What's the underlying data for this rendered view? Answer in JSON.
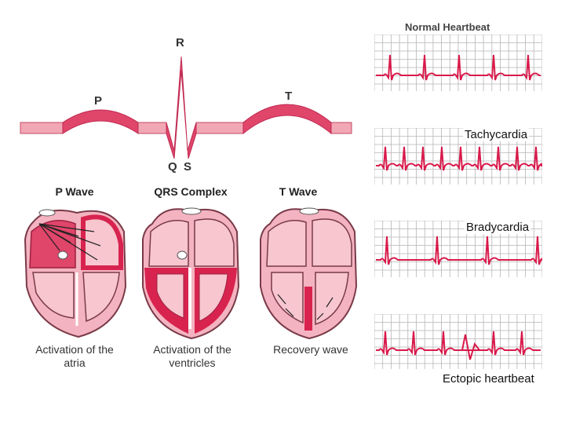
{
  "ecg_wave": {
    "p": "P",
    "q": "Q",
    "r": "R",
    "s": "S",
    "t": "T"
  },
  "hearts": [
    {
      "title": "P Wave",
      "caption_line1": "Activation of the",
      "caption_line2": "atria"
    },
    {
      "title": "QRS Complex",
      "caption_line1": "Activation of the",
      "caption_line2": "ventricles"
    },
    {
      "title": "T Wave",
      "caption_line1": "Recovery wave",
      "caption_line2": ""
    }
  ],
  "strips": {
    "header": "Normal Heartbeat",
    "labels": [
      "Tachycardia",
      "Bradycardia",
      "Ectopic heartbeat"
    ]
  },
  "colors": {
    "wave_fill": "#f2a7b5",
    "wave_stroke": "#d9264f",
    "heart_fill": "#f4b3c0",
    "heart_dark": "#d8234f",
    "grid": "#b5b5b5",
    "trace": "#d9194a"
  }
}
